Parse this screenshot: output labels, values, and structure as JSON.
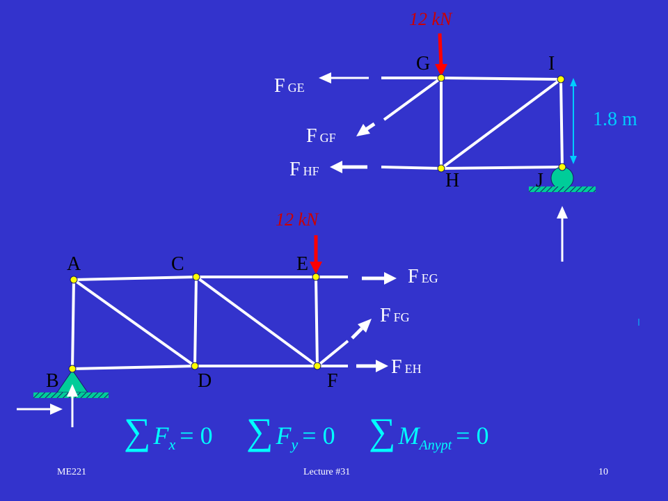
{
  "colors": {
    "background": "#3333cc",
    "member": "#ffffff",
    "joint": "#ffff00",
    "load": "#ff0000",
    "load_text": "#cc0000",
    "dimension": "#00ccff",
    "support": "#00cc99",
    "equation": "#00ffff"
  },
  "top": {
    "load": "12 kN",
    "joints": {
      "G": "G",
      "I": "I",
      "H": "H",
      "J": "J"
    },
    "forces": {
      "FGE": {
        "main": "F",
        "sub": "GE"
      },
      "FGF": {
        "main": "F",
        "sub": "GF"
      },
      "FHF": {
        "main": "F",
        "sub": "HF"
      }
    },
    "dimension": "1.8 m"
  },
  "bottom": {
    "load": "12 kN",
    "joints": {
      "A": "A",
      "C": "C",
      "E": "E",
      "B": "B",
      "D": "D",
      "F": "F"
    },
    "forces": {
      "FEG": {
        "main": "F",
        "sub": "EG"
      },
      "FFG": {
        "main": "F",
        "sub": "FG"
      },
      "FEH": {
        "main": "F",
        "sub": "EH"
      }
    }
  },
  "equations": [
    {
      "sigma": "∑",
      "var": "F",
      "sub": "x",
      "rhs": "= 0"
    },
    {
      "sigma": "∑",
      "var": "F",
      "sub": "y",
      "rhs": "= 0"
    },
    {
      "sigma": "∑",
      "var": "M",
      "sub": "Anypt",
      "rhs": "= 0"
    }
  ],
  "footer": {
    "course": "ME221",
    "lecture": "Lecture #31",
    "page": "10"
  }
}
